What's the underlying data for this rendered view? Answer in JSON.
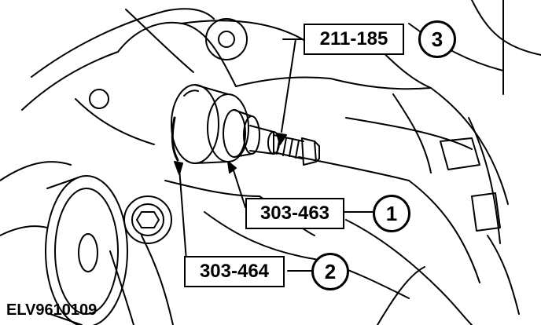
{
  "callouts": [
    {
      "part": "211-185",
      "number": "3"
    },
    {
      "part": "303-463",
      "number": "1"
    },
    {
      "part": "303-464",
      "number": "2"
    }
  ],
  "figure_code": "ELV9610109",
  "colors": {
    "ink": "#000000",
    "paper": "#ffffff"
  }
}
